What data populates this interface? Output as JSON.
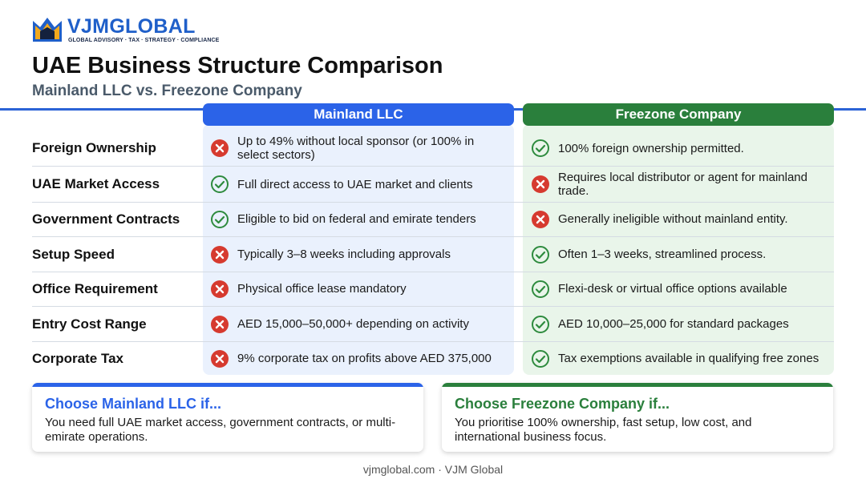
{
  "brand": {
    "name_part1": "VJM",
    "name_part2": "GLOBAL",
    "tagline": "GLOBAL ADVISORY · TAX · STRATEGY · COMPLIANCE",
    "logo_icon": "crown-mark-icon"
  },
  "title": "UAE Business Structure Comparison",
  "subtitle": "Mainland LLC vs. Freezone Company",
  "columns": {
    "mainland": "Mainland LLC",
    "freezone": "Freezone Company"
  },
  "rows": [
    {
      "label": "Foreign Ownership",
      "mainland": {
        "text": "Up to 49% without local sponsor (or 100% in select sectors)",
        "status": "cross"
      },
      "freezone": {
        "text": "100% foreign ownership permitted.",
        "status": "check"
      }
    },
    {
      "label": "UAE Market Access",
      "mainland": {
        "text": "Full direct access to UAE market and clients",
        "status": "check"
      },
      "freezone": {
        "text": "Requires local distributor or agent for mainland trade.",
        "status": "cross"
      }
    },
    {
      "label": "Government Contracts",
      "mainland": {
        "text": "Eligible to bid on federal and emirate tenders",
        "status": "check"
      },
      "freezone": {
        "text": "Generally ineligible without mainland entity.",
        "status": "cross"
      }
    },
    {
      "label": "Setup Speed",
      "mainland": {
        "text": "Typically 3–8 weeks including approvals",
        "status": "cross"
      },
      "freezone": {
        "text": "Often 1–3 weeks, streamlined process.",
        "status": "check"
      }
    },
    {
      "label": "Office Requirement",
      "mainland": {
        "text": "Physical office lease mandatory",
        "status": "cross"
      },
      "freezone": {
        "text": "Flexi-desk or virtual office options available",
        "status": "check"
      }
    },
    {
      "label": "Entry Cost Range",
      "mainland": {
        "text": "AED 15,000–50,000+ depending on activity",
        "status": "cross"
      },
      "freezone": {
        "text": "AED 10,000–25,000 for standard packages",
        "status": "check"
      }
    },
    {
      "label": "Corporate Tax",
      "mainland": {
        "text": "9% corporate tax on profits above AED 375,000",
        "status": "cross"
      },
      "freezone": {
        "text": "Tax exemptions available in qualifying free zones",
        "status": "check"
      }
    }
  ],
  "cards": {
    "mainland": {
      "title": "Choose Mainland LLC if...",
      "body": "You need full UAE market access, government contracts, or multi-emirate operations."
    },
    "freezone": {
      "title": "Choose Freezone Company if...",
      "body": "You prioritise 100% ownership, fast setup, low cost, and international business focus."
    }
  },
  "footer": "vjmglobal.com · VJM Global",
  "colors": {
    "mainland_accent": "#2b63e8",
    "freezone_accent": "#2a7f3c",
    "check_green": "#2e8b3e",
    "cross_red": "#d63a2f"
  }
}
